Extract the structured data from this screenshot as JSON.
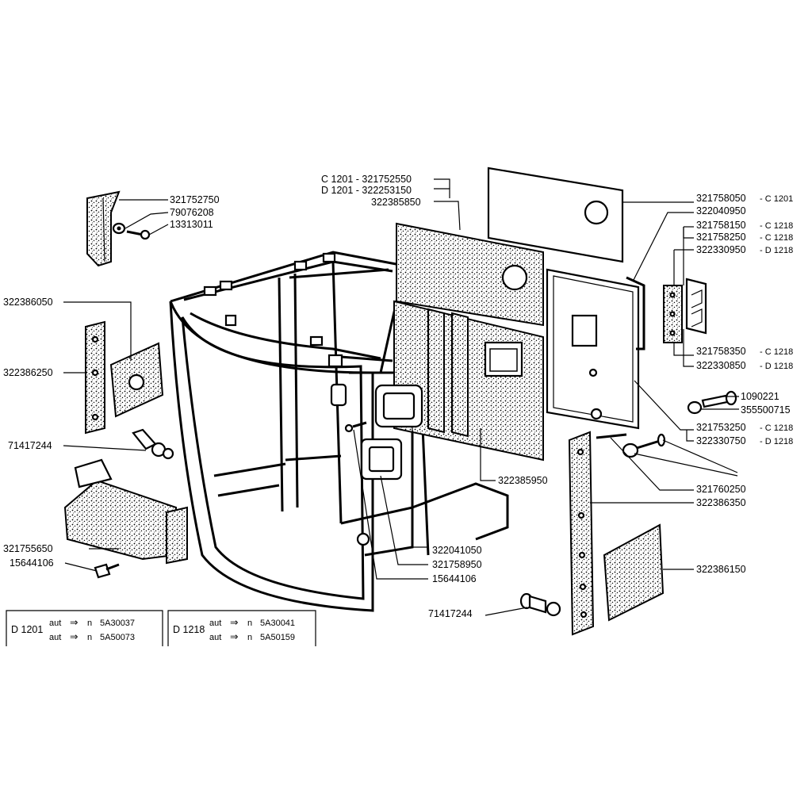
{
  "callouts": [
    {
      "id": "c1201_a",
      "text": "C 1201 - 321752550"
    },
    {
      "id": "d1201_a",
      "text": "D 1201 - 322253150"
    },
    {
      "id": "p322385850",
      "text": "322385850"
    },
    {
      "id": "p321752750",
      "text": "321752750"
    },
    {
      "id": "p79076208",
      "text": "79076208"
    },
    {
      "id": "p13313011",
      "text": "13313011"
    },
    {
      "id": "p321758050",
      "text": "321758050"
    },
    {
      "id": "p321758050v",
      "text": "- C 1201"
    },
    {
      "id": "p322040950",
      "text": "322040950"
    },
    {
      "id": "p321758150",
      "text": "321758150"
    },
    {
      "id": "p321758150v",
      "text": "- C 1218"
    },
    {
      "id": "p321758250",
      "text": "321758250"
    },
    {
      "id": "p321758250v",
      "text": "- C 1218"
    },
    {
      "id": "p322330950",
      "text": "322330950"
    },
    {
      "id": "p322330950v",
      "text": "- D 1218"
    },
    {
      "id": "p322386050",
      "text": "322386050"
    },
    {
      "id": "p322386250",
      "text": "322386250"
    },
    {
      "id": "p71417244a",
      "text": "71417244"
    },
    {
      "id": "p321758350",
      "text": "321758350"
    },
    {
      "id": "p321758350v",
      "text": "- C 1218"
    },
    {
      "id": "p322330850",
      "text": "322330850"
    },
    {
      "id": "p322330850v",
      "text": "- D 1218"
    },
    {
      "id": "p1090221",
      "text": "1090221"
    },
    {
      "id": "p355500715",
      "text": "355500715"
    },
    {
      "id": "p321753250",
      "text": "321753250"
    },
    {
      "id": "p321753250v",
      "text": "- C 1218"
    },
    {
      "id": "p322330750",
      "text": "322330750"
    },
    {
      "id": "p322330750v",
      "text": "- D 1218"
    },
    {
      "id": "p322385950",
      "text": "322385950"
    },
    {
      "id": "p321760250",
      "text": "321760250"
    },
    {
      "id": "p322386350",
      "text": "322386350"
    },
    {
      "id": "p321755650",
      "text": "321755650"
    },
    {
      "id": "p15644106a",
      "text": "15644106"
    },
    {
      "id": "p322041050",
      "text": "322041050"
    },
    {
      "id": "p321758950",
      "text": "321758950"
    },
    {
      "id": "p15644106b",
      "text": "15644106"
    },
    {
      "id": "p322386150",
      "text": "322386150"
    },
    {
      "id": "p71417244b",
      "text": "71417244"
    }
  ],
  "legend": [
    {
      "model": "D 1201",
      "rows": [
        {
          "prefix": "aut",
          "arrow": "⇒",
          "n": "n",
          "serial": "5A30037"
        },
        {
          "prefix": "aut",
          "arrow": "⇒",
          "n": "n",
          "serial": "5A50073"
        }
      ]
    },
    {
      "model": "D 1218",
      "rows": [
        {
          "prefix": "aut",
          "arrow": "⇒",
          "n": "n",
          "serial": "5A30041"
        },
        {
          "prefix": "aut",
          "arrow": "⇒",
          "n": "n",
          "serial": "5A50159"
        }
      ]
    }
  ]
}
